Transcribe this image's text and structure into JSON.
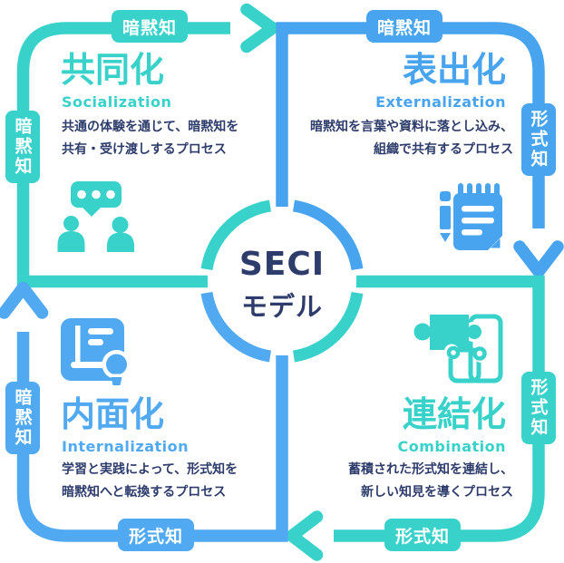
{
  "colors": {
    "teal": "#38D2CA",
    "blue": "#49A4EF",
    "blue_light": "#50A9F1",
    "navy": "#2D3C6B",
    "background": "#FFFFFF"
  },
  "center": {
    "title": "SECI",
    "subtitle": "モデル"
  },
  "quadrants": {
    "socialization": {
      "title": "共同化",
      "subtitle": "Socialization",
      "desc_line1": "共通の体験を通じて、暗黙知を",
      "desc_line2": "共有・受け渡しするプロセス",
      "icon": "people-chat-icon"
    },
    "externalization": {
      "title": "表出化",
      "subtitle": "Externalization",
      "desc_line1": "暗黙知を言葉や資料に落とし込み、",
      "desc_line2": "組織で共有するプロセス",
      "icon": "notepad-pencil-icon"
    },
    "internalization": {
      "title": "内面化",
      "subtitle": "Internalization",
      "desc_line1": "学習と実践によって、形式知を",
      "desc_line2": "暗黙知へと転換するプロセス",
      "icon": "book-bulb-icon"
    },
    "combination": {
      "title": "連結化",
      "subtitle": "Combination",
      "desc_line1": "蓄積された形式知を連結し、",
      "desc_line2": "新しい知見を導くプロセス",
      "icon": "puzzle-icon"
    }
  },
  "flow_labels": {
    "s_top": "暗黙知",
    "e_top": "暗黙知",
    "s_left": "暗黙知",
    "e_right": "形式知",
    "i_left": "暗黙知",
    "c_right": "形式知",
    "i_bottom": "形式知",
    "c_bottom": "形式知"
  }
}
